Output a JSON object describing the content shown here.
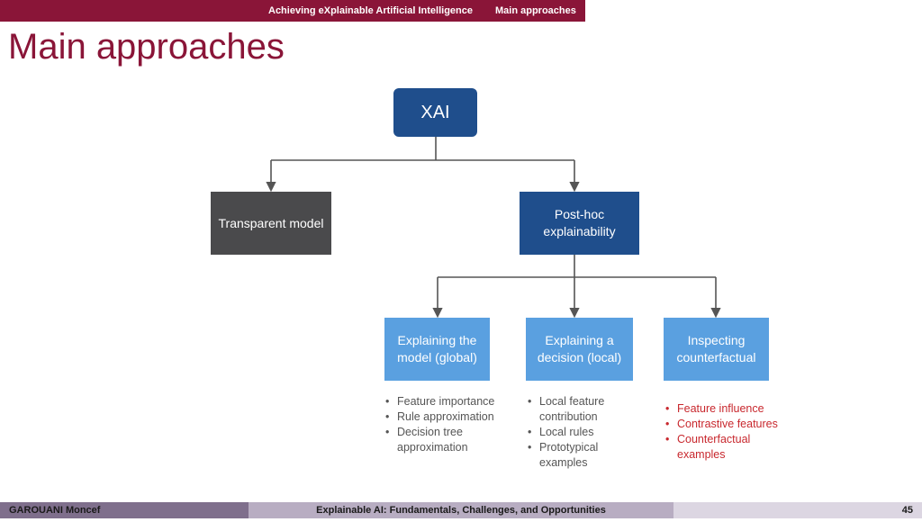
{
  "header": {
    "section_title": "Achieving eXplainable Artificial Intelligence",
    "current_section": "Main approaches"
  },
  "slide": {
    "title": "Main approaches"
  },
  "diagram": {
    "root": "XAI",
    "level1": {
      "left": "Transparent model",
      "right": "Post-hoc explainability"
    },
    "level2": [
      {
        "label": "Explaining the model (global)",
        "bullets": [
          "Feature importance",
          "Rule approximation",
          "Decision tree approximation"
        ]
      },
      {
        "label": "Explaining a decision (local)",
        "bullets": [
          "Local feature contribution",
          "Local rules",
          "Prototypical examples"
        ]
      },
      {
        "label": "Inspecting counterfactual",
        "bullets": [
          "Feature influence",
          "Contrastive features",
          "Counterfactual examples"
        ]
      }
    ],
    "colors": {
      "dark_blue": "#1f4e8c",
      "grey": "#4a4a4c",
      "light_blue": "#5aa0e0",
      "accent_red": "#c8282e"
    }
  },
  "footer": {
    "author": "GAROUANI Moncef",
    "talk_title": "Explainable AI: Fundamentals, Challenges, and Opportunities",
    "page_number": "45"
  },
  "theme": {
    "brand": "#8a1538"
  }
}
